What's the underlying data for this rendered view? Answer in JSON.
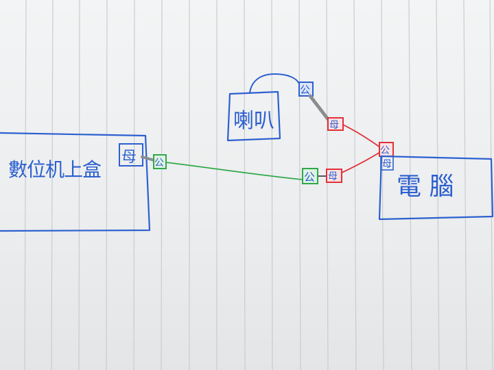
{
  "devices": {
    "set_top_box": {
      "label": "數位机上盒"
    },
    "speaker": {
      "label": "喇叭"
    },
    "computer": {
      "label": "電 腦"
    }
  },
  "connectors": {
    "female": "母",
    "male": "公"
  },
  "colors": {
    "paper": "#eeeff0",
    "ruled_line": "#c9ccd1",
    "blue": "#2c5fd0",
    "green": "#2fa84a",
    "red": "#e03038",
    "plug_gray": "#8a8d8f"
  }
}
